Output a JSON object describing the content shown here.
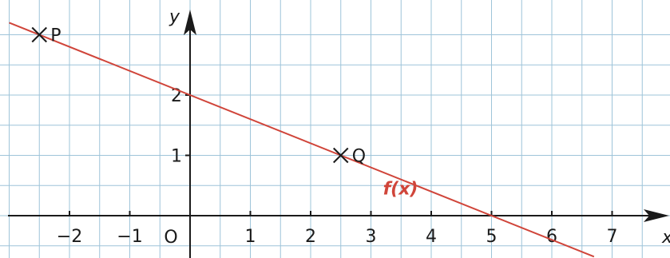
{
  "chart_data": {
    "type": "line",
    "x_axis_label": "x",
    "y_axis_label": "y",
    "origin_label": "O",
    "xlim": [
      -3.0,
      7.95
    ],
    "ylim": [
      -0.7,
      3.35
    ],
    "grid_step": 0.5,
    "grid": true,
    "x_ticks": [
      {
        "value": -2,
        "label": "−2"
      },
      {
        "value": -1,
        "label": "−1"
      },
      {
        "value": 1,
        "label": "1"
      },
      {
        "value": 2,
        "label": "2"
      },
      {
        "value": 3,
        "label": "3"
      },
      {
        "value": 4,
        "label": "4"
      },
      {
        "value": 5,
        "label": "5"
      },
      {
        "value": 6,
        "label": "6"
      },
      {
        "value": 7,
        "label": "7"
      }
    ],
    "y_ticks": [
      {
        "value": 1,
        "label": "1"
      },
      {
        "value": 2,
        "label": "2"
      }
    ],
    "series": [
      {
        "name": "f(x)",
        "slope": -0.4,
        "intercept": 2,
        "x_range": [
          -3.0,
          6.7
        ],
        "color": "#d0453a"
      }
    ],
    "points": [
      {
        "label": "P",
        "x": -2.5,
        "y": 3
      },
      {
        "label": "Q",
        "x": 2.5,
        "y": 1
      }
    ],
    "function_label": {
      "text": "f(x)",
      "x": 3.2,
      "y": 0.35
    }
  },
  "colors": {
    "grid": "#9ec4d9",
    "axis": "#1a1a1a",
    "line": "#d0453a",
    "function_label": "#d0453a",
    "background": "#ffffff"
  }
}
